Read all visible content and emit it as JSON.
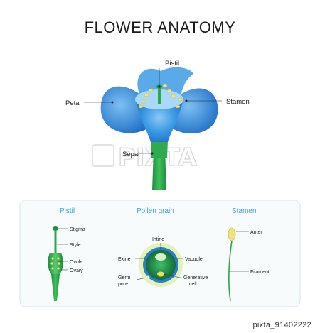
{
  "title": "FLOWER ANATOMY",
  "flower_labels": {
    "pistil": "Pistil",
    "petal": "Petal",
    "stamen": "Stamen",
    "sepal": "Sepal"
  },
  "panel": {
    "pistil": {
      "title": "Pistil",
      "stigma": "Stigma",
      "style": "Style",
      "ovule": "Ovule",
      "ovary": "Ovary"
    },
    "pollen": {
      "title": "Pollen grain",
      "intine": "Intine",
      "exine": "Exine",
      "vacuole": "Vacuole",
      "germ_pore_1": "Germ",
      "germ_pore_2": "pore",
      "generative_cell_1": "Generative",
      "generative_cell_2": "cell"
    },
    "stamen": {
      "title": "Stamen",
      "anter": "Anter",
      "filament": "Filament"
    }
  },
  "watermark": "PIXTA",
  "image_id": "pixta_91402222",
  "colors": {
    "petal": "#2f8fe0",
    "stem": "#2aa84a",
    "panel_border": "#d5e6ee",
    "section_title": "#3aa0dc"
  }
}
